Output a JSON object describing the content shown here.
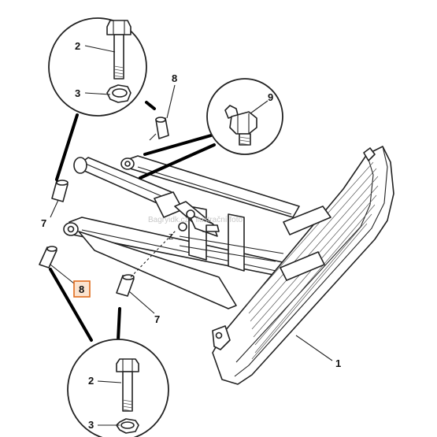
{
  "labels": {
    "part_1": "1",
    "part_2_top": "2",
    "part_3_top": "3",
    "part_8_top": "8",
    "part_9": "9",
    "part_7_left": "7",
    "part_8_highlight": "8",
    "part_7_right": "7",
    "part_2_bottom": "2",
    "part_3_bottom": "3"
  },
  "watermark": "Bagryidk.cz · ilustrační foto",
  "colors": {
    "highlight_border": "#e06a1b",
    "highlight_fill": "#fbe3cf",
    "line": "#222222"
  }
}
